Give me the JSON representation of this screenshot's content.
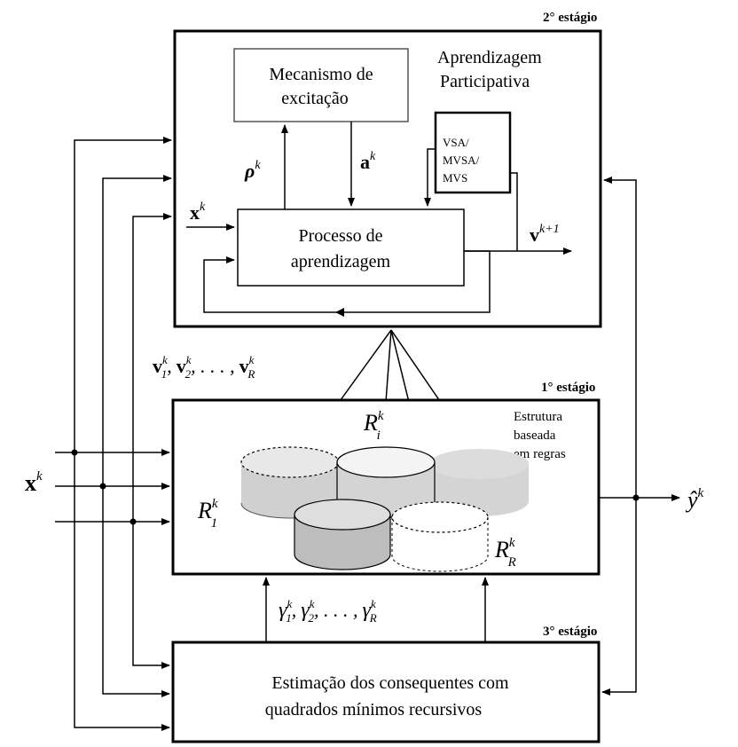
{
  "stages": {
    "second": "2° estágio",
    "first": "1° estágio",
    "third": "3° estágio"
  },
  "second_stage": {
    "title_line1": "Aprendizagem",
    "title_line2": "Participativa",
    "excitation_line1": "Mecanismo de",
    "excitation_line2": "excitação",
    "learning_line1": "Processo de",
    "learning_line2": "aprendizagem",
    "vsa_line1": "VSA/",
    "vsa_line2": "MVSA/",
    "vsa_line3": "MVS",
    "rho": "ρ",
    "a": "a",
    "x": "x",
    "v": "v",
    "sup_k": "k",
    "sup_k1": "k+1"
  },
  "first_stage": {
    "rules_line1": "Estrutura",
    "rules_line2": "baseada",
    "rules_line3": "em regras",
    "R": "R",
    "sub_1": "1",
    "sub_i": "i",
    "sub_R": "R",
    "sup_k": "k"
  },
  "third_stage": {
    "line1": "Estimação dos consequentes com",
    "line2": "quadrados mínimos recursivos"
  },
  "signals": {
    "v_list": "v",
    "gamma": "γ",
    "comma_sep": ",",
    "ellipsis": ", . . . ,",
    "input_x": "x",
    "output_y": "ŷ",
    "sup_k": "k",
    "sub_1": "1",
    "sub_2": "2",
    "sub_R": "R"
  }
}
